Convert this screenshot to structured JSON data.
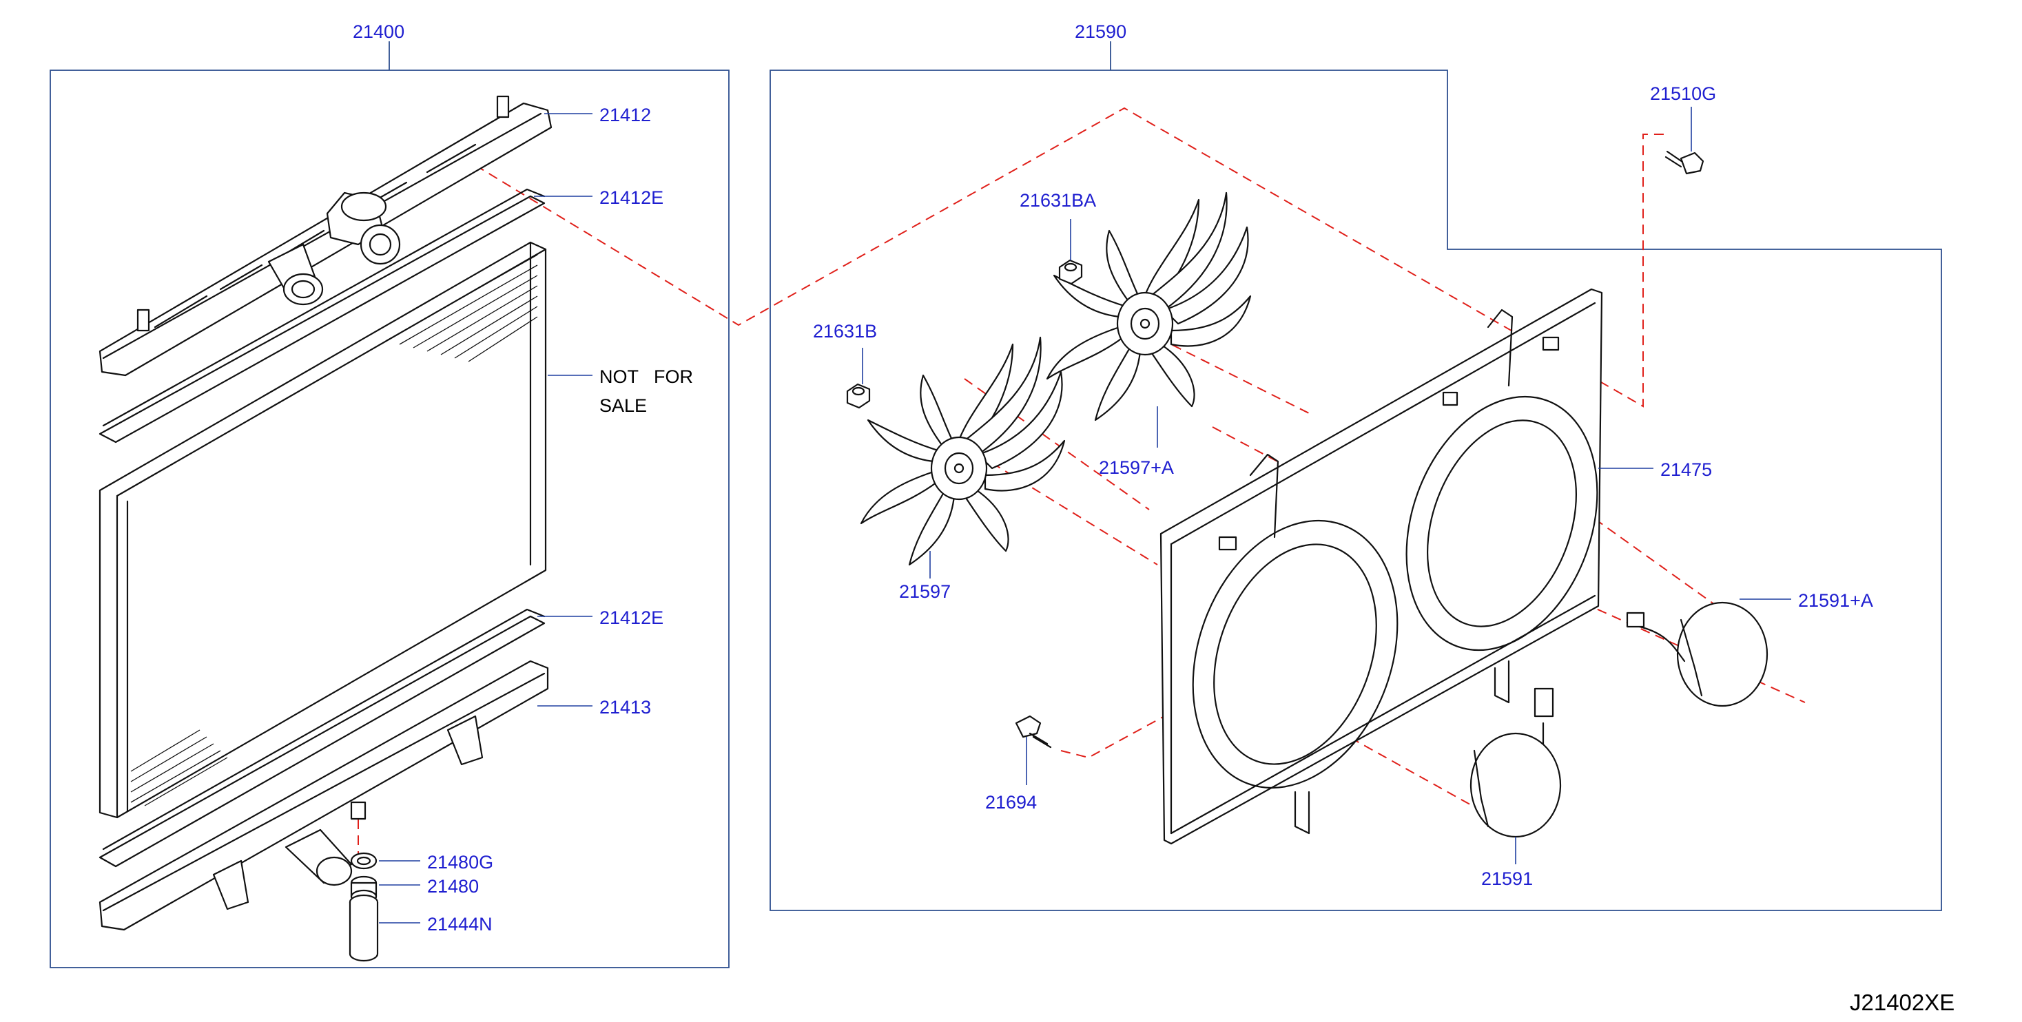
{
  "diagram_code": "J21402XE",
  "groups": {
    "radiator_assembly": "21400",
    "fan_assembly": "21590"
  },
  "callouts": {
    "upper_tank": "21412",
    "upper_seal": "21412E",
    "core_note": "NOT   FOR",
    "core_note_2": "SALE",
    "lower_seal": "21412E",
    "lower_tank": "21413",
    "drain_washer": "21480G",
    "drain_plug": "21480",
    "drain_hose": "21444N",
    "fan_left": "21597",
    "fan_right": "21597+A",
    "nut_left": "21631B",
    "nut_right": "21631BA",
    "shroud": "21475",
    "motor_right": "21591+A",
    "motor_left": "21591",
    "shroud_bolt": "21694",
    "bolt_top": "21510G"
  },
  "colors": {
    "label": "#1f1fd0",
    "leader": "#1f3fa0",
    "frame": "#2d4f8f",
    "phantom_line": "#e0201a",
    "linework": "#111111"
  }
}
